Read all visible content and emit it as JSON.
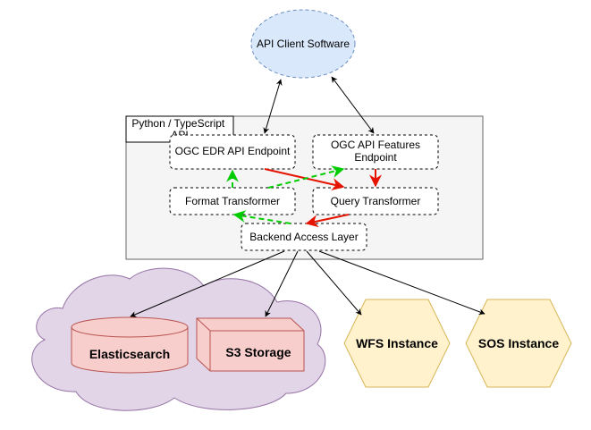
{
  "nodes": {
    "api_client": "API Client Software",
    "container_label": "Python / TypeScript API",
    "edr_endpoint": "OGC EDR API Endpoint",
    "features_endpoint_line1": "OGC API Features",
    "features_endpoint_line2": "Endpoint",
    "format_transformer": "Format Transformer",
    "query_transformer": "Query Transformer",
    "backend_access_layer": "Backend Access Layer",
    "elasticsearch": "Elasticsearch",
    "s3_storage": "S3 Storage",
    "wfs_instance": "WFS Instance",
    "sos_instance": "SOS Instance"
  },
  "colors": {
    "client_fill": "#dae8fc",
    "client_stroke": "#6c8ebf",
    "cloud_fill": "#e1d5e7",
    "cloud_stroke": "#9673a6",
    "db_fill": "#f8cecc",
    "db_stroke": "#b85450",
    "hex_fill": "#fff2cc",
    "hex_stroke": "#d6b656",
    "container_fill": "#f5f5f5",
    "container_stroke": "#666666",
    "red_arrow": "#e51400",
    "green_arrow": "#00cc00"
  }
}
